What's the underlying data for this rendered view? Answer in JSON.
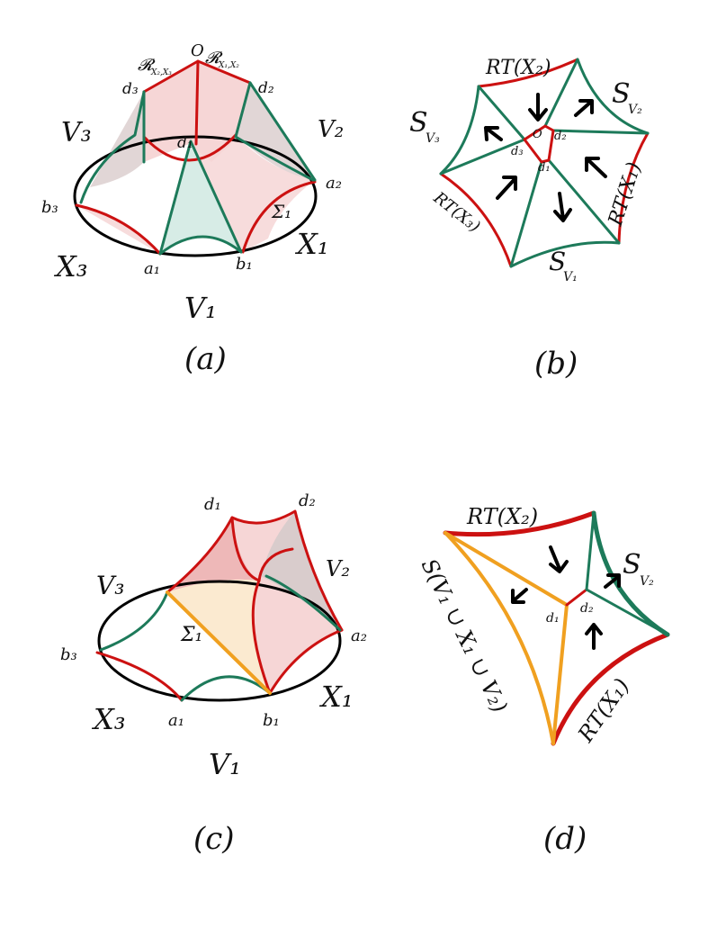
{
  "panel_a": {
    "caption": "(a)",
    "labels": {
      "O": "O",
      "R23": "𝓡",
      "R23_sub": "X₂,X₃",
      "R12": "𝓡",
      "R12_sub": "X₁,X₂",
      "d3": "d₃",
      "d2": "d₂",
      "d1": "d₁",
      "V3": "V₃",
      "V2": "V₂",
      "V1": "V₁",
      "b3": "b₃",
      "a2": "a₂",
      "a1": "a₁",
      "b1": "b₁",
      "X3": "X₃",
      "X1": "X₁",
      "Sigma1": "Σ₁"
    }
  },
  "panel_b": {
    "caption": "(b)",
    "labels": {
      "RTX2": "RT(X₂)",
      "SV2": "S",
      "SV2_sub": "V₂",
      "SV3": "S",
      "SV3_sub": "V₃",
      "O": "O",
      "d2": "d₂",
      "d3": "d₃",
      "d1": "d₁",
      "RTX1": "RT(X₁)",
      "RTX3": "RT(X₃)",
      "SV1": "S",
      "SV1_sub": "V₁"
    }
  },
  "panel_c": {
    "caption": "(c)",
    "labels": {
      "d1": "d₁",
      "d2": "d₂",
      "V3": "V₃",
      "V2": "V₂",
      "b3": "b₃",
      "a2": "a₂",
      "Sigma1": "Σ₁",
      "X3": "X₃",
      "a1": "a₁",
      "b1": "b₁",
      "X1": "X₁",
      "V1": "V₁"
    }
  },
  "panel_d": {
    "caption": "(d)",
    "labels": {
      "RTX2": "RT(X₂)",
      "SV2": "S",
      "SV2_sub": "V₂",
      "d1": "d₁",
      "d2": "d₂",
      "SUnion": "S(V₁ ∪ X₁ ∪ V₂)",
      "RTX1": "RT(X₁)"
    }
  },
  "colors": {
    "red": "#cc1111",
    "green": "#1d7a5a",
    "orange": "#f0a020",
    "pink_fill": "#f6d6d6",
    "teal_fill": "#d7ece6",
    "grey_fill": "#d9cccc",
    "cream_fill": "#fbead0"
  }
}
